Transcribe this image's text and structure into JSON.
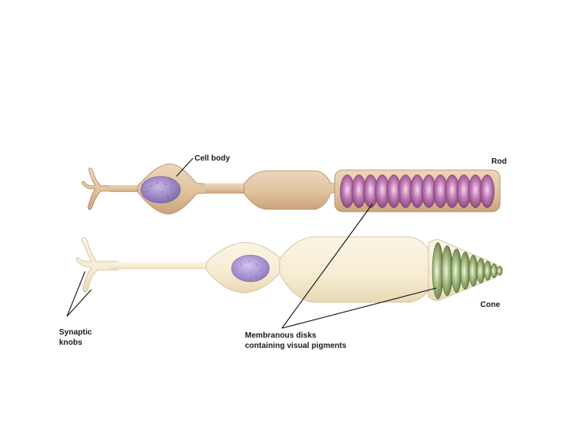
{
  "labels": {
    "cell_body": "Cell body",
    "rod": "Rod",
    "cone": "Cone",
    "synaptic_knobs_line1": "Synaptic",
    "synaptic_knobs_line2": "knobs",
    "membranous_disks_line1": "Membranous disks",
    "membranous_disks_line2": "containing visual pigments"
  },
  "colors": {
    "rod_body": "#e3c7a6",
    "rod_outline": "#b08660",
    "cone_body": "#f8efd9",
    "cone_outline": "#cdb893",
    "nucleus": "#9a86c4",
    "rod_disk": "#b069a3",
    "cone_disk": "#8ea86a"
  }
}
